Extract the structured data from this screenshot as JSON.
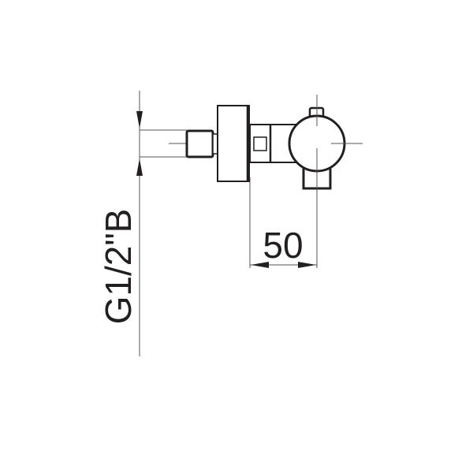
{
  "drawing": {
    "type": "technical-dimension-drawing",
    "subject": "thermostatic shower valve (side view)",
    "dimensions": {
      "horizontal_label": "50",
      "vertical_label": "G1/2\"B"
    },
    "colors": {
      "line": "#231f20",
      "thin_line": "#555555",
      "background": "#ffffff"
    }
  }
}
